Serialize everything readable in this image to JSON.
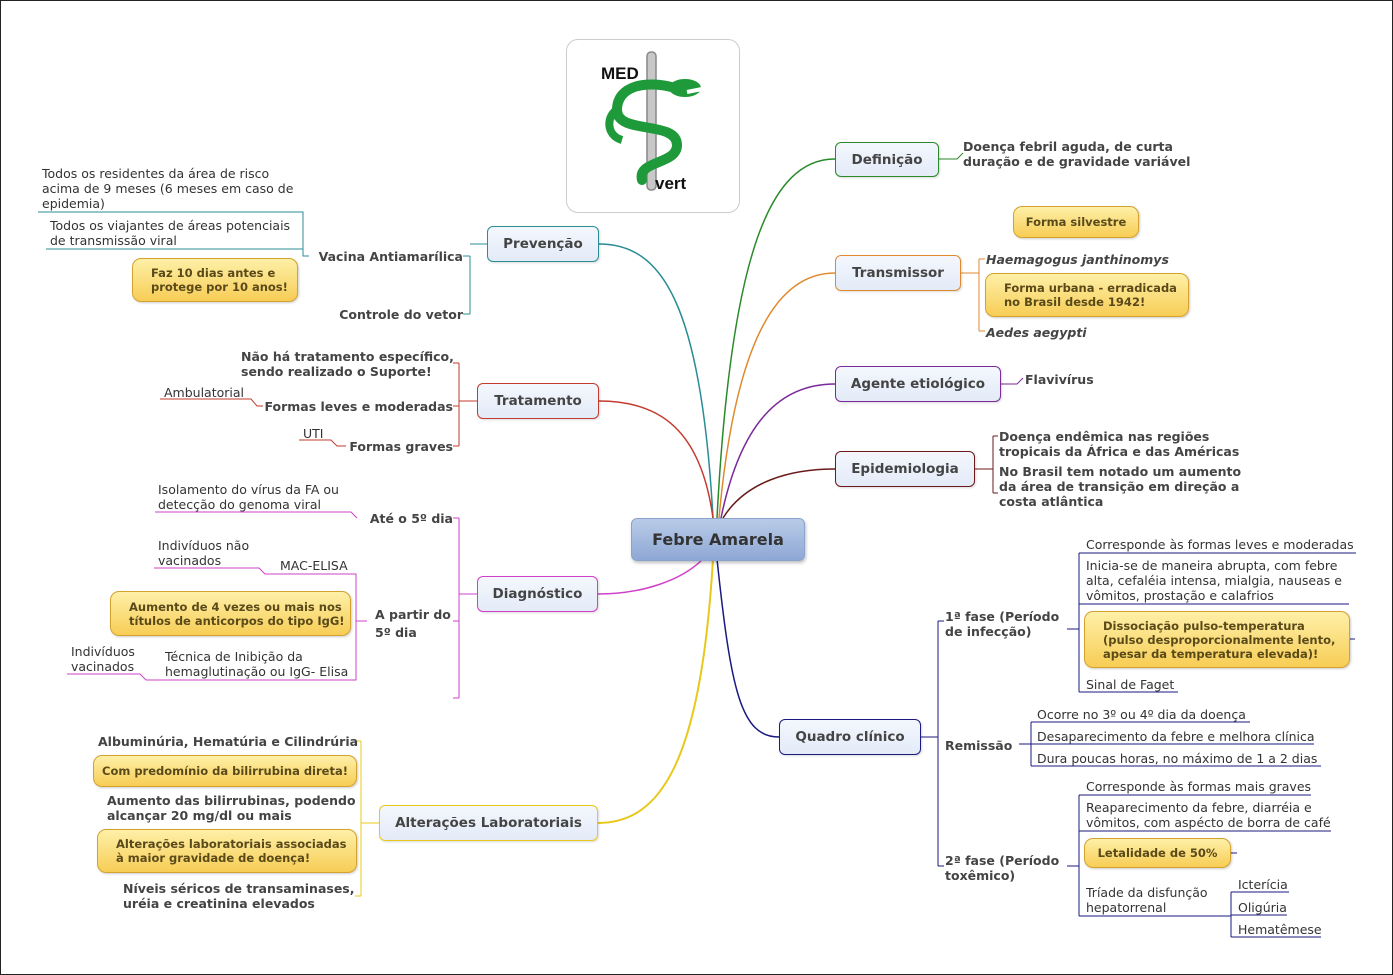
{
  "central": "Febre Amarela",
  "logo": {
    "top": "MED",
    "bottom": "vert"
  },
  "colors": {
    "prevencao": "#2a8c95",
    "tratamento": "#c23b2e",
    "diagnostico": "#d040c8",
    "alteracoes": "#e8c81a",
    "definicao": "#2a8a2a",
    "transmissor": "#e08a30",
    "agente": "#7a2a9a",
    "epidemiologia": "#6b1a1a",
    "quadro": "#1a1a80"
  },
  "prevencao": {
    "label": "Prevenção",
    "vacina": "Vacina Antiamarílica",
    "residentes": [
      "Todos os residentes da área de risco",
      "acima de 9 meses (6 meses em caso de",
      "epidemia)"
    ],
    "viajantes": [
      "Todos os viajantes de áreas potenciais",
      "de transmissão viral"
    ],
    "callout": [
      "Faz 10 dias antes e",
      "protege por 10 anos!"
    ],
    "controle": "Controle do vetor"
  },
  "tratamento": {
    "label": "Tratamento",
    "suporte": [
      "Não há tratamento específico,",
      "sendo realizado o Suporte!"
    ],
    "leves": "Formas leves e moderadas",
    "ambulatorial": "Ambulatorial",
    "graves": "Formas graves",
    "uti": "UTI"
  },
  "diagnostico": {
    "label": "Diagnóstico",
    "ate5": "Até o 5º dia",
    "isolamento": [
      "Isolamento do vírus da FA ou",
      "detecção do genoma viral"
    ],
    "apartir": [
      "A partir do",
      "5º dia"
    ],
    "nao_vacinados": [
      "Indivíduos não",
      "vacinados"
    ],
    "mac": "MAC-ELISA",
    "callout": [
      "Aumento de 4 vezes ou mais nos",
      "títulos de anticorpos do tipo IgG!"
    ],
    "vacinados": [
      "Indivíduos",
      "vacinados"
    ],
    "tecnica": [
      "Técnica de Inibição da",
      "hemaglutinação ou IgG- Elisa"
    ]
  },
  "alteracoes": {
    "label": "Alterações Laboratoriais",
    "albuminuria": "Albuminúria, Hematúria e Cilindrúria",
    "callout1": "Com predomínio da bilirrubina direta!",
    "bilirrubinas": [
      "Aumento das bilirrubinas, podendo",
      "alcançar 20 mg/dl ou mais"
    ],
    "callout2": [
      "Alterações laboratoriais associadas",
      "à maior gravidade de doença!"
    ],
    "niveis": [
      "Níveis séricos de transaminases,",
      "uréia e creatinina elevados"
    ]
  },
  "definicao": {
    "label": "Definição",
    "text": [
      "Doença febril aguda, de curta",
      "duração e de gravidade variável"
    ]
  },
  "transmissor": {
    "label": "Transmissor",
    "callout1": "Forma silvestre",
    "haemagogus": "Haemagogus janthinomys",
    "callout2": [
      "Forma urbana - erradicada",
      "no Brasil desde 1942!"
    ],
    "aedes": "Aedes aegypti"
  },
  "agente": {
    "label": "Agente etiológico",
    "text": "Flavivírus"
  },
  "epidemiologia": {
    "label": "Epidemiologia",
    "t1": [
      "Doença endêmica nas regiões",
      "tropicais da África e das Américas"
    ],
    "t2": [
      "No Brasil tem notado um aumento",
      "da área de transição em direção a",
      "costa atlântica"
    ]
  },
  "quadro": {
    "label": "Quadro clínico",
    "fase1": [
      "1ª fase (Período",
      "de infecção)"
    ],
    "fase1_items": {
      "corresponde": "Corresponde às formas leves e moderadas",
      "inicia": [
        "Inicia-se de maneira abrupta, com febre",
        "alta, cefaléia intensa, mialgia, nauseas e",
        "vômitos, prostação e calafrios"
      ],
      "callout": [
        "Dissociação pulso-temperatura",
        "(pulso desproporcionalmente lento,",
        "apesar da temperatura elevada)!"
      ],
      "faget": "Sinal de Faget"
    },
    "remissao": "Remissão",
    "remissao_items": [
      "Ocorre no 3º ou 4º dia da doença",
      "Desaparecimento da febre e melhora clínica",
      "Dura poucas horas, no máximo de 1 a 2 dias"
    ],
    "fase2": [
      "2ª fase (Período",
      "toxêmico)"
    ],
    "fase2_items": {
      "corresponde": "Corresponde às formas mais graves",
      "reaparecimento": [
        "Reaparecimento da febre, diarréia e",
        "vômitos, com aspécto de borra de café"
      ],
      "callout": "Letalidade de 50%",
      "triade": [
        "Tríade da disfunção",
        "hepatorrenal"
      ],
      "triade_items": [
        "Icterícia",
        "Oligúria",
        "Hematêmese"
      ]
    }
  }
}
